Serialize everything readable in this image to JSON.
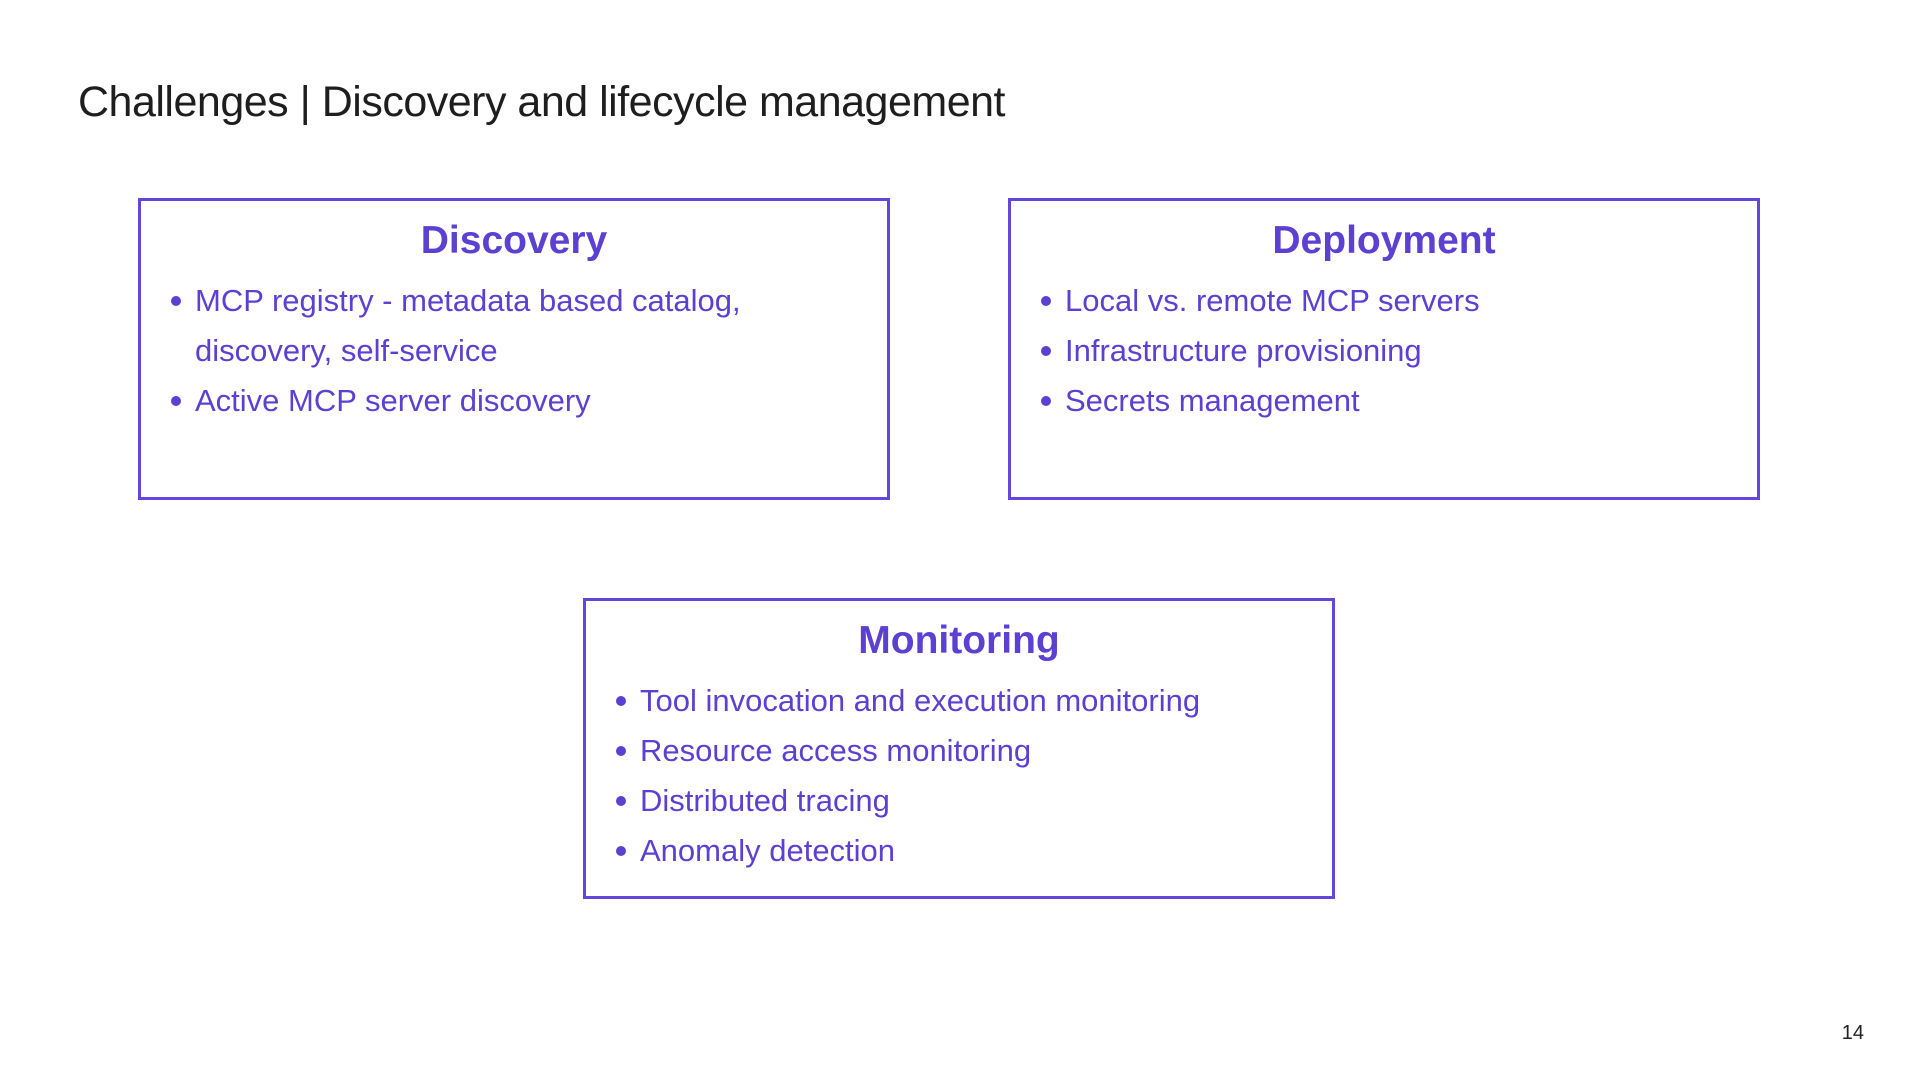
{
  "slide": {
    "title": "Challenges | Discovery and lifecycle management",
    "page_number": "14",
    "colors": {
      "accent_text": "#5b40d2",
      "accent_border": "#6346dc",
      "title_text": "#1e1e1e"
    },
    "boxes": [
      {
        "title": "Discovery",
        "bullets": [
          "MCP registry - metadata based catalog, discovery, self-service",
          "Active MCP server discovery"
        ]
      },
      {
        "title": "Deployment",
        "bullets": [
          "Local vs. remote MCP servers",
          "Infrastructure provisioning",
          "Secrets management"
        ]
      },
      {
        "title": "Monitoring",
        "bullets": [
          "Tool invocation and execution monitoring",
          "Resource access monitoring",
          "Distributed tracing",
          "Anomaly detection"
        ]
      }
    ]
  }
}
